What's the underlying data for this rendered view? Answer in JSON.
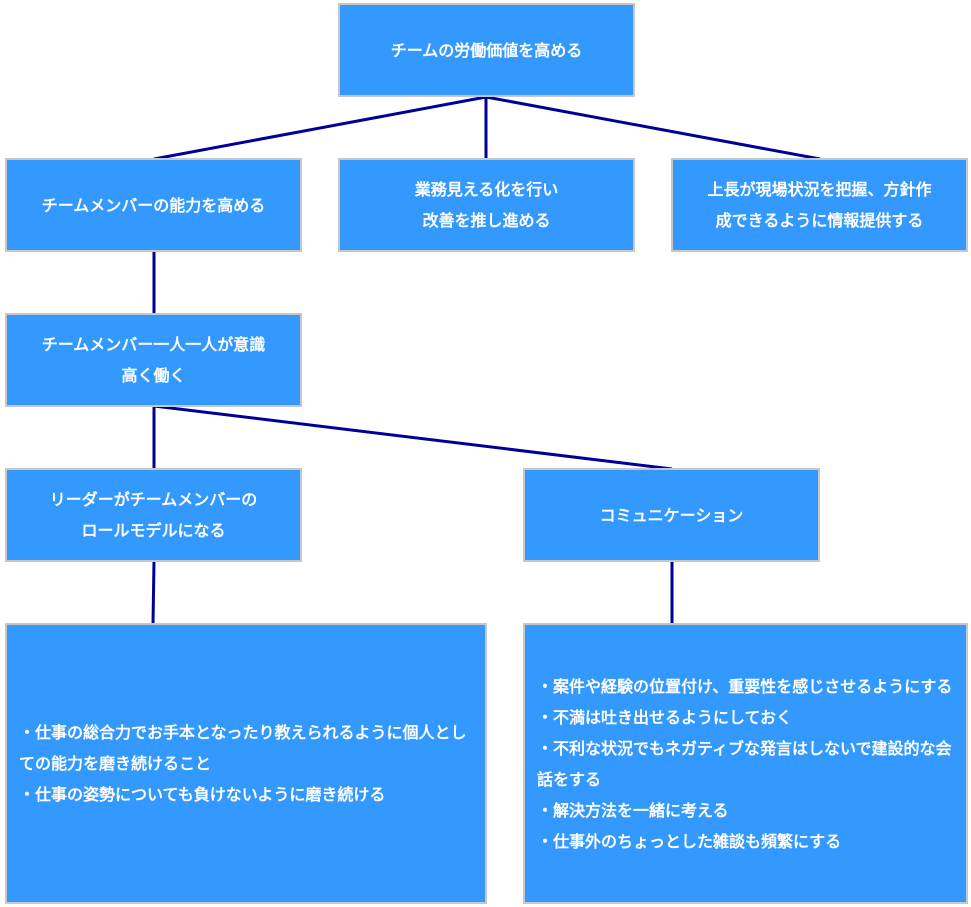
{
  "diagram": {
    "root": {
      "lines": [
        "チームの労働価値を高める"
      ]
    },
    "level1": [
      {
        "lines": [
          "チームメンバーの能力を高める"
        ]
      },
      {
        "lines": [
          "業務見える化を行い",
          "改善を推し進める"
        ]
      },
      {
        "lines": [
          "上長が現場状況を把握、方針作",
          "成できるように情報提供する"
        ]
      }
    ],
    "level2": {
      "lines": [
        "チームメンバー一人一人が意識",
        "高く働く"
      ]
    },
    "level3": [
      {
        "lines": [
          "リーダーがチームメンバーの",
          "ロールモデルになる"
        ]
      },
      {
        "lines": [
          "コミュニケーション"
        ]
      }
    ],
    "level4": [
      {
        "lines": [
          "・仕事の総合力でお手本となったり教えられるように個人としての能力を磨き続けること",
          "・仕事の姿勢についても負けないように磨き続ける"
        ]
      },
      {
        "lines": [
          "・案件や経験の位置付け、重要性を感じさせるようにする",
          "・不満は吐き出せるようにしておく",
          "・不利な状況でもネガティブな発言はしないで建設的な会話をする",
          "・解決方法を一緒に考える",
          "・仕事外のちょっとした雑談も頻繁にする"
        ]
      }
    ]
  },
  "colors": {
    "box": "#3399ff",
    "border": "#c7c7c7",
    "connector": "#000099",
    "text": "#ffffff"
  }
}
